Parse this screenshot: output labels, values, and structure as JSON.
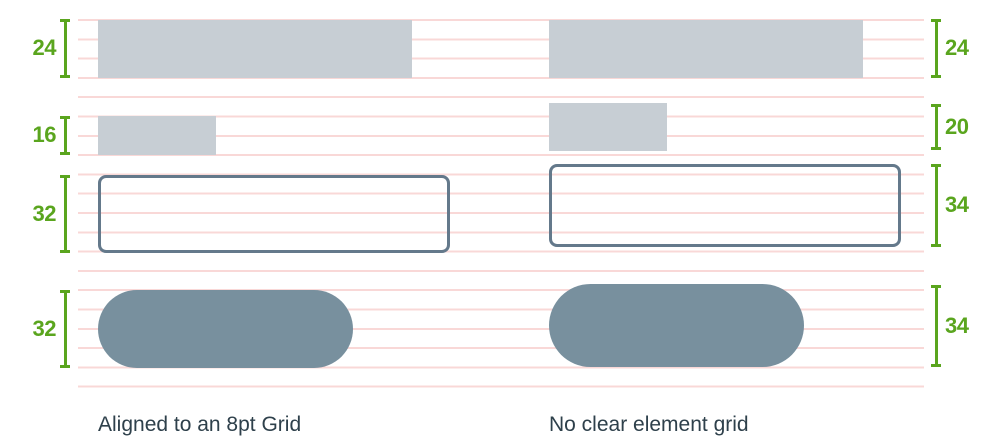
{
  "diagram": {
    "title_hidden": "",
    "left_panel": {
      "caption": "Aligned to an 8pt Grid",
      "measurements": [
        {
          "label": "24",
          "value": 24,
          "shape": "filled-bar"
        },
        {
          "label": "16",
          "value": 16,
          "shape": "filled-bar"
        },
        {
          "label": "32",
          "value": 32,
          "shape": "outlined-rect"
        },
        {
          "label": "32",
          "value": 32,
          "shape": "pill"
        }
      ]
    },
    "right_panel": {
      "caption": "No clear element grid",
      "measurements": [
        {
          "label": "24",
          "value": 24,
          "shape": "filled-bar"
        },
        {
          "label": "20",
          "value": 20,
          "shape": "filled-bar"
        },
        {
          "label": "34",
          "value": 34,
          "shape": "outlined-rect"
        },
        {
          "label": "34",
          "value": 34,
          "shape": "pill"
        }
      ]
    },
    "grid": {
      "line_count": 20,
      "row_unit": "8pt"
    }
  },
  "colors": {
    "green": "#5aa51e",
    "pink": "#f9d8d7",
    "bar": "#c7ced4",
    "slate": "#78909e",
    "outline": "#64798b",
    "text": "#2e404b"
  }
}
